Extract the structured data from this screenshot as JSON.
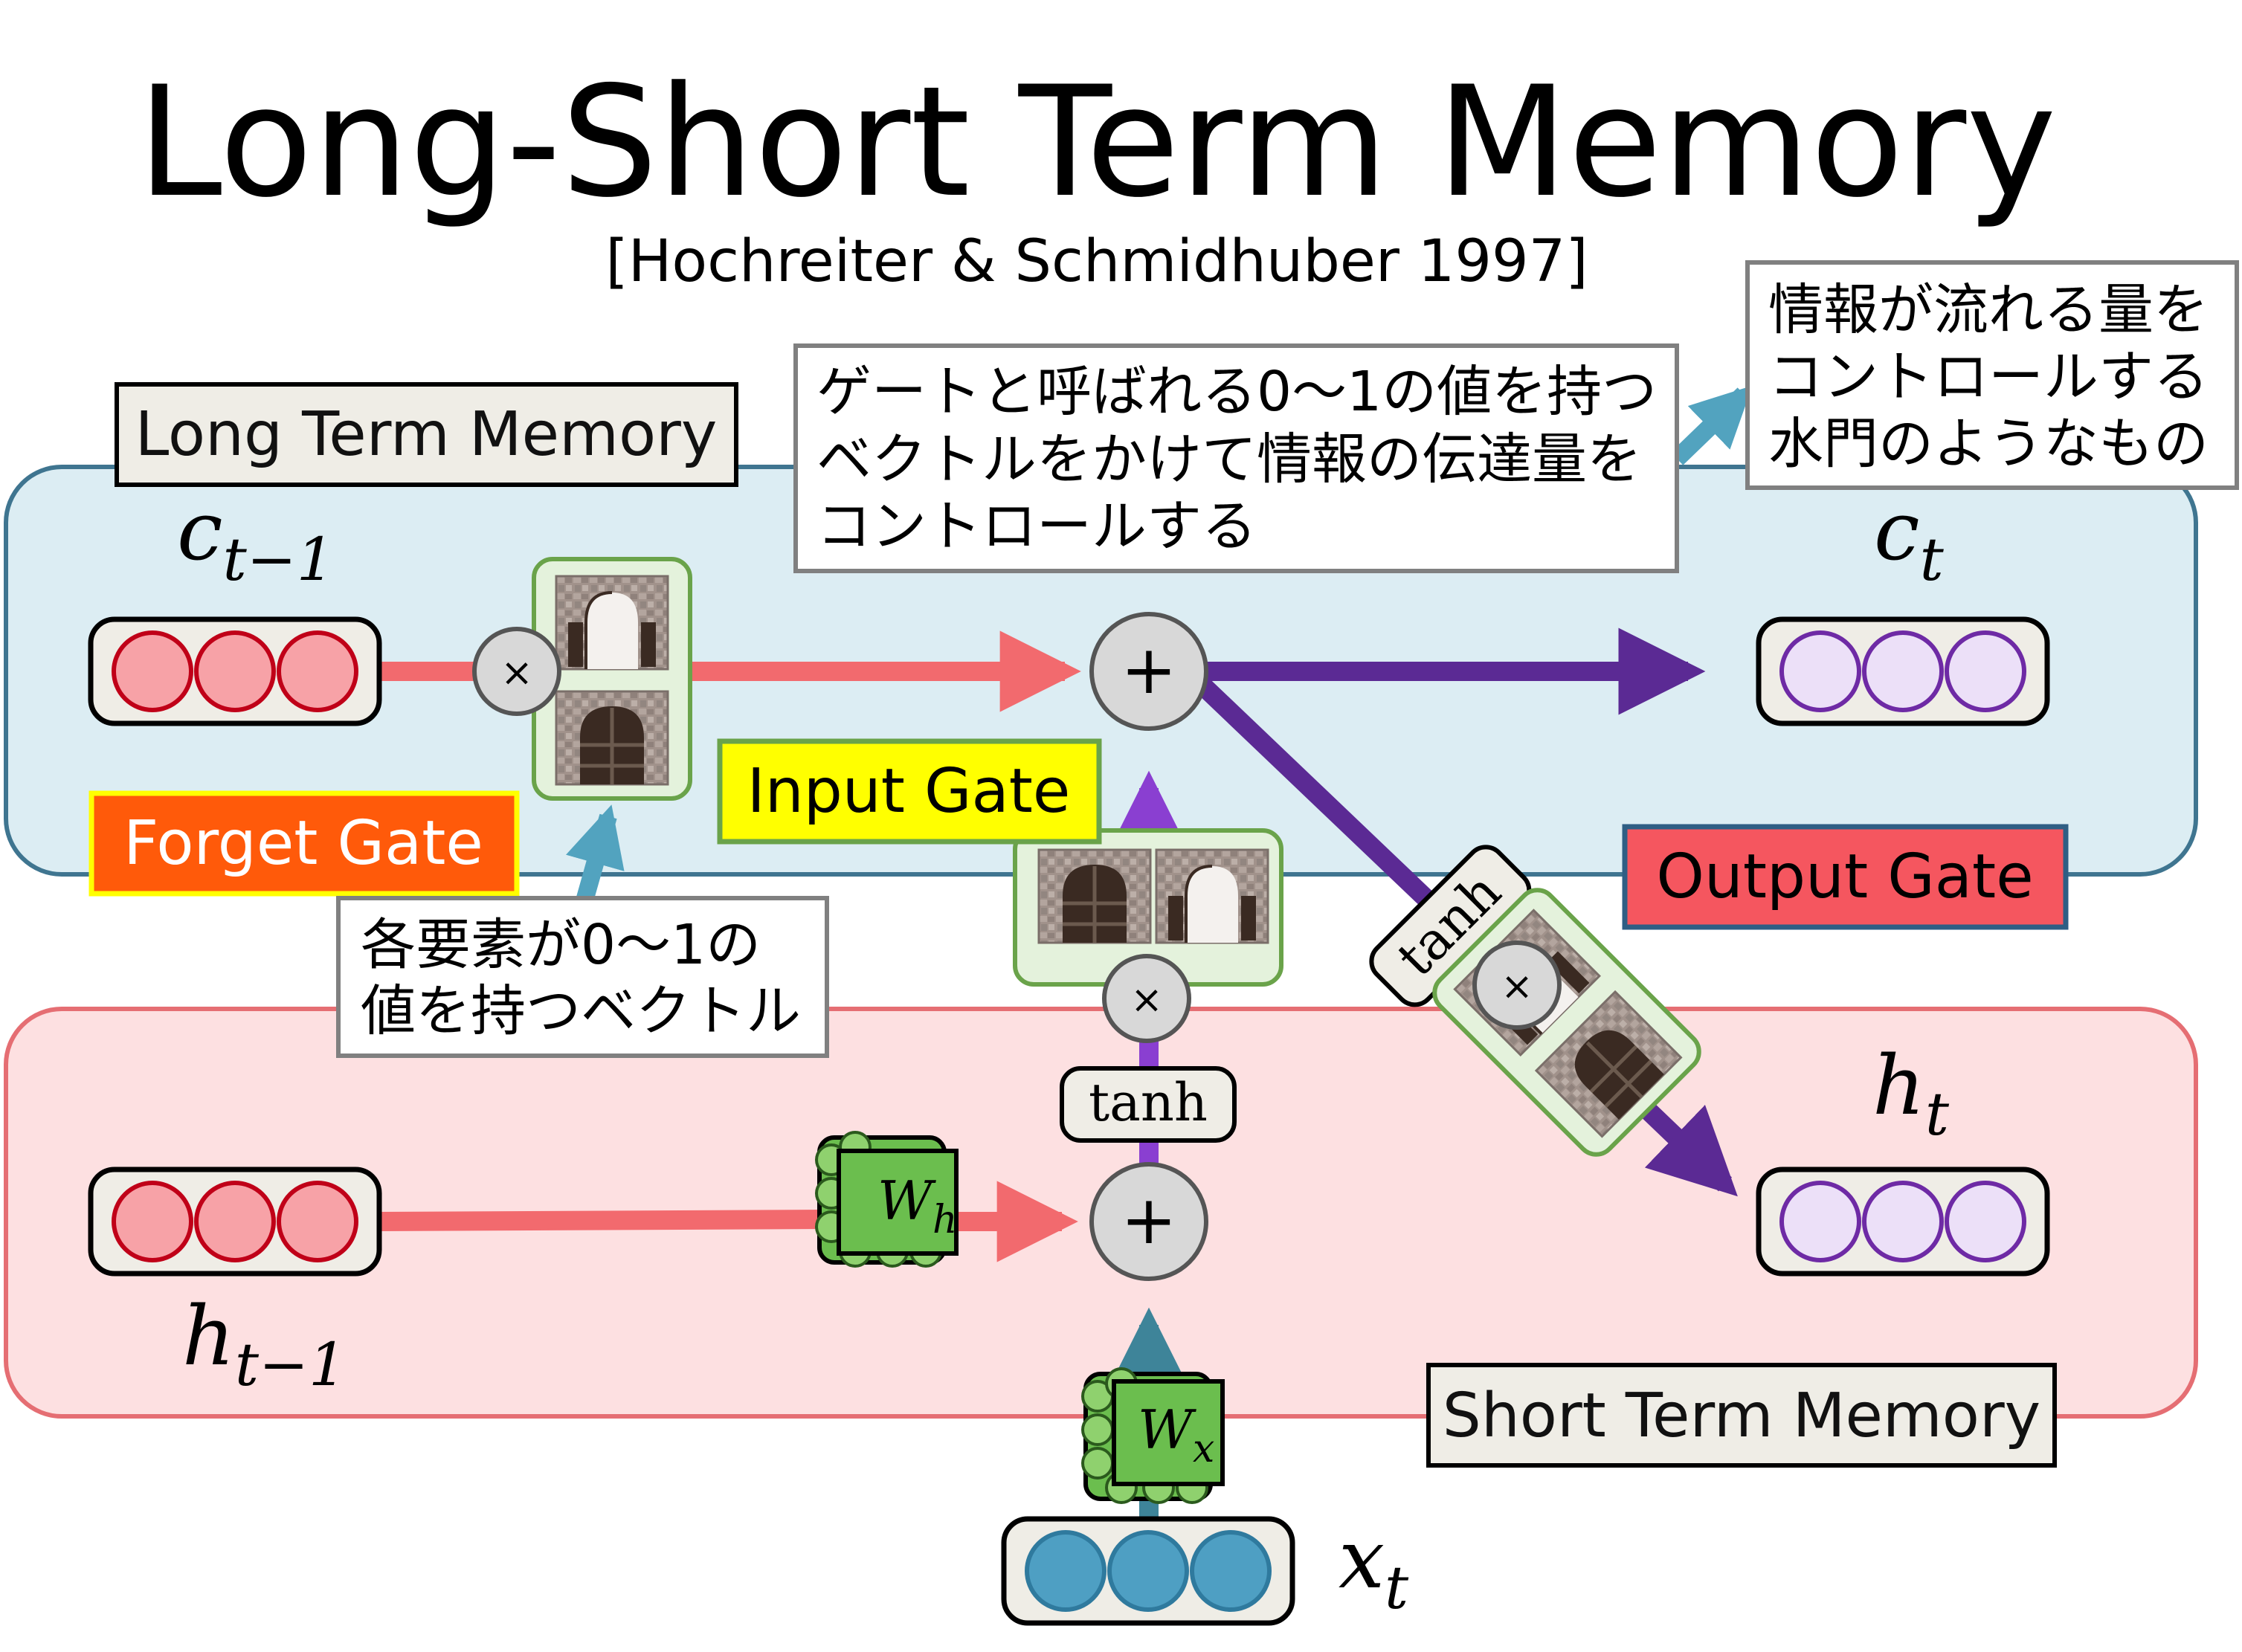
{
  "title": "Long-Short Term Memory",
  "citation": "[Hochreiter & Schmidhuber 1997]",
  "labels": {
    "long_term_memory": "Long Term Memory",
    "short_term_memory": "Short Term Memory",
    "forget_gate": "Forget Gate",
    "input_gate": "Input Gate",
    "output_gate": "Output Gate"
  },
  "callouts": {
    "gate_desc": [
      "ゲートと呼ばれる0〜1の値を持つ",
      "ベクトルをかけて情報の伝達量を",
      "コントロールする"
    ],
    "sluice_desc": [
      "情報が流れる量を",
      "コントロールする",
      "水門のようなもの"
    ],
    "vector_desc": [
      "各要素が0〜1の",
      "値を持つベクトル"
    ]
  },
  "vars": {
    "c_prev": {
      "base": "c",
      "sub": "t−1"
    },
    "c_t": {
      "base": "c",
      "sub": "t"
    },
    "h_prev": {
      "base": "h",
      "sub": "t−1"
    },
    "h_t": {
      "base": "h",
      "sub": "t"
    },
    "x_t": {
      "base": "x",
      "sub": "t"
    },
    "w_h": {
      "base": "W",
      "sub": "h"
    },
    "w_x": {
      "base": "W",
      "sub": "x"
    }
  },
  "ops": {
    "plus": "+",
    "times": "×",
    "tanh": "tanh"
  },
  "colors": {
    "long_band": "#dcedf3",
    "long_border": "#3f7590",
    "short_band": "#fde0e1",
    "short_border": "#e56e73",
    "red_arrow": "#f26a6e",
    "purple_arrow": "#5b2a94",
    "violet_arrow": "#8a3fd1",
    "teal_arrow": "#3e8499",
    "callout_arrow": "#52a3bf",
    "forget_fill": "#ff5a0a",
    "input_fill": "#ffff00",
    "output_fill": "#f5565f",
    "gate_panel": "#e4f2dc",
    "gate_border": "#6aa34a",
    "weight_fill": "#6bbe4e",
    "stone": "#a1928b",
    "door": "#3a2a22"
  }
}
